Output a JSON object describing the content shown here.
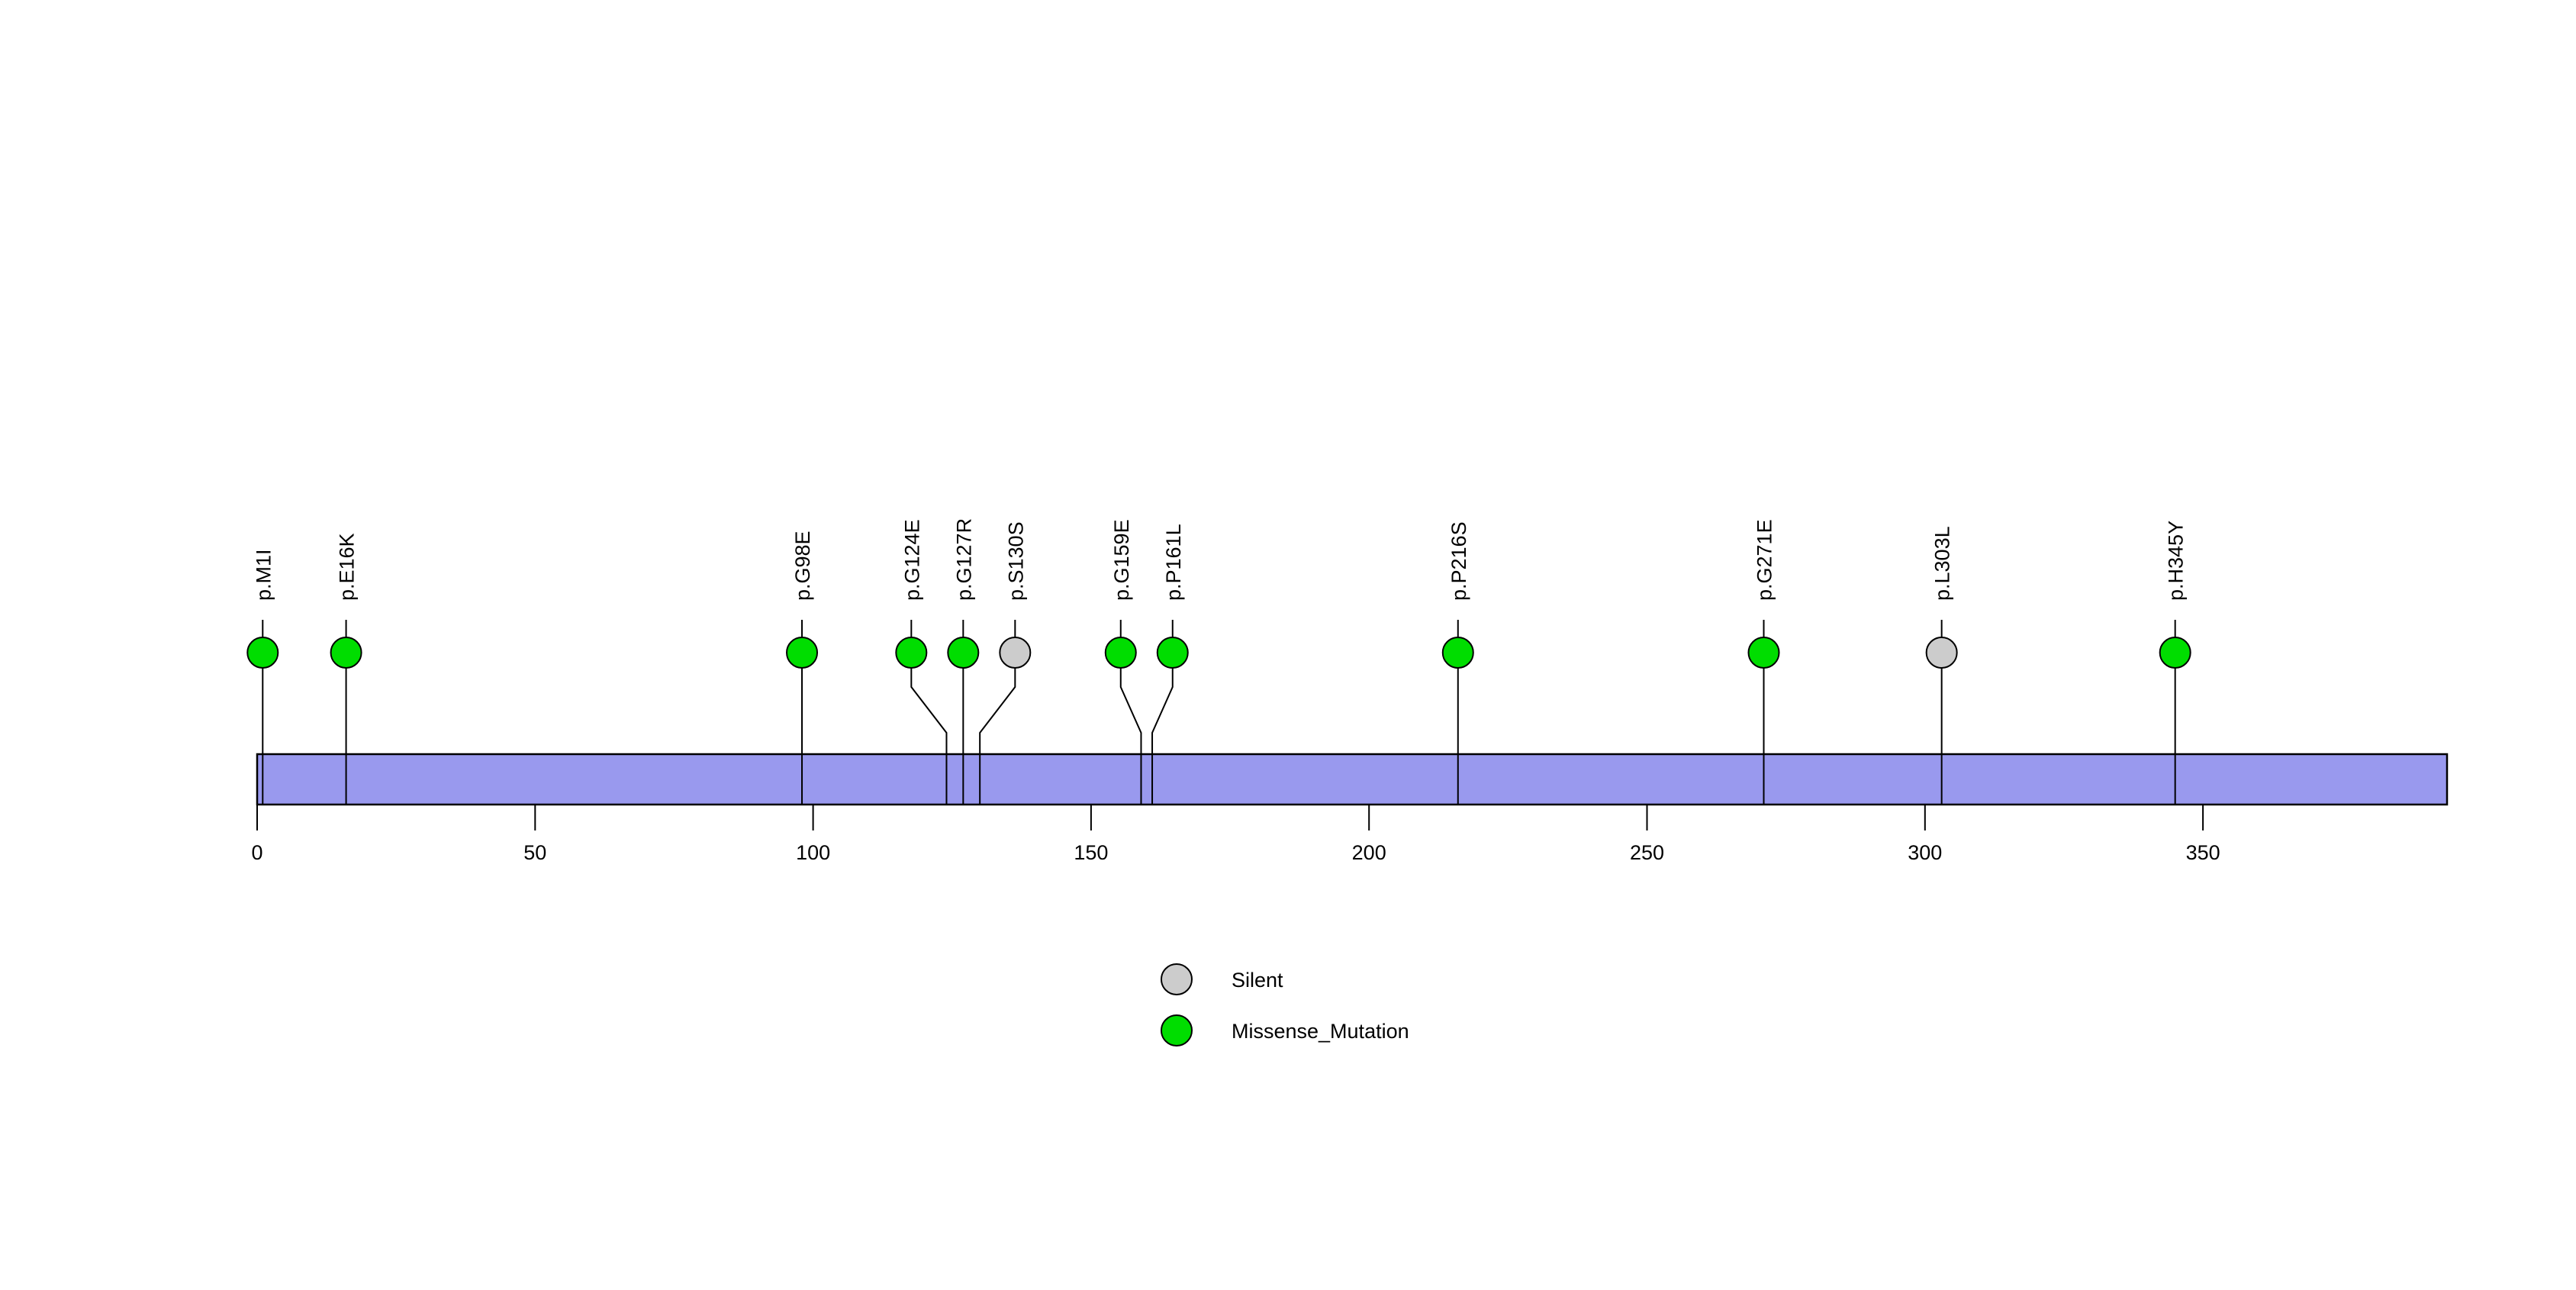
{
  "chart_data": {
    "type": "lollipop",
    "title": "",
    "xlabel": "",
    "ylabel": "",
    "xlim": [
      0,
      394
    ],
    "axis": {
      "ticks": [
        0,
        50,
        100,
        150,
        200,
        250,
        300,
        350
      ],
      "tick_labels": [
        "0",
        "50",
        "100",
        "150",
        "200",
        "250",
        "300",
        "350"
      ]
    },
    "domain_track": {
      "name": "protein-backbone",
      "start": 0,
      "end": 394,
      "color": "#9999EE",
      "border_color": "#000000"
    },
    "categories": [
      "p.M1I",
      "p.E16K",
      "p.G98E",
      "p.G124E",
      "p.G127R",
      "p.S130S",
      "p.G159E",
      "p.P161L",
      "p.P216S",
      "p.G271E",
      "p.L303L",
      "p.H345Y"
    ],
    "mutations": [
      {
        "label": "p.M1I",
        "position": 1,
        "count": 1,
        "type": "Missense_Mutation",
        "color": "#00DD00"
      },
      {
        "label": "p.E16K",
        "position": 16,
        "count": 1,
        "type": "Missense_Mutation",
        "color": "#00DD00"
      },
      {
        "label": "p.G98E",
        "position": 98,
        "count": 1,
        "type": "Missense_Mutation",
        "color": "#00DD00"
      },
      {
        "label": "p.G124E",
        "position": 124,
        "count": 1,
        "type": "Missense_Mutation",
        "color": "#00DD00"
      },
      {
        "label": "p.G127R",
        "position": 127,
        "count": 1,
        "type": "Missense_Mutation",
        "color": "#00DD00"
      },
      {
        "label": "p.S130S",
        "position": 130,
        "count": 1,
        "type": "Silent",
        "color": "#CCCCCC"
      },
      {
        "label": "p.G159E",
        "position": 159,
        "count": 1,
        "type": "Missense_Mutation",
        "color": "#00DD00"
      },
      {
        "label": "p.P161L",
        "position": 161,
        "count": 1,
        "type": "Missense_Mutation",
        "color": "#00DD00"
      },
      {
        "label": "p.P216S",
        "position": 216,
        "count": 1,
        "type": "Missense_Mutation",
        "color": "#00DD00"
      },
      {
        "label": "p.G271E",
        "position": 271,
        "count": 1,
        "type": "Missense_Mutation",
        "color": "#00DD00"
      },
      {
        "label": "p.L303L",
        "position": 303,
        "count": 1,
        "type": "Silent",
        "color": "#CCCCCC"
      },
      {
        "label": "p.H345Y",
        "position": 345,
        "count": 1,
        "type": "Missense_Mutation",
        "color": "#00DD00"
      }
    ],
    "legend": {
      "position": "bottom-center",
      "entries": [
        {
          "label": "Silent",
          "color": "#CCCCCC"
        },
        {
          "label": "Missense_Mutation",
          "color": "#00DD00"
        }
      ]
    },
    "grid": false,
    "colors": {
      "silent": "#CCCCCC",
      "missense": "#00DD00",
      "backbone": "#9999EE",
      "stroke": "#000000",
      "background": "#FFFFFF"
    }
  }
}
